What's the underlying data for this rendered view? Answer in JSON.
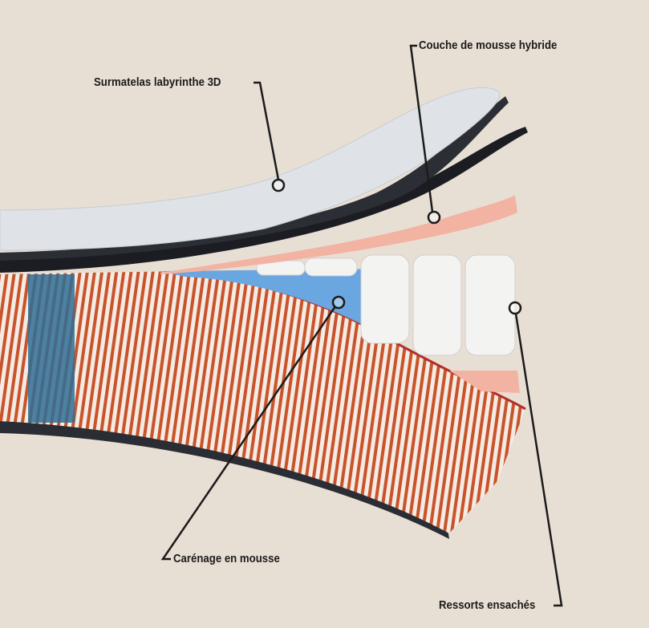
{
  "diagram": {
    "labels": {
      "topper": "Surmatelas labyrinthe 3D",
      "hybrid_foam": "Couche de mousse hybride",
      "foam_casing": "Carénage en mousse",
      "pocket_springs": "Ressorts ensachés"
    },
    "colors": {
      "background": "#e8dfd4",
      "topper": "#dfe3e8",
      "hybrid_foam": "#f2b3a3",
      "casing_blue": "#6aa6e0",
      "stripes": "#c9532b",
      "springs": "#f3f3f1",
      "dark": "#1b1d22"
    }
  }
}
